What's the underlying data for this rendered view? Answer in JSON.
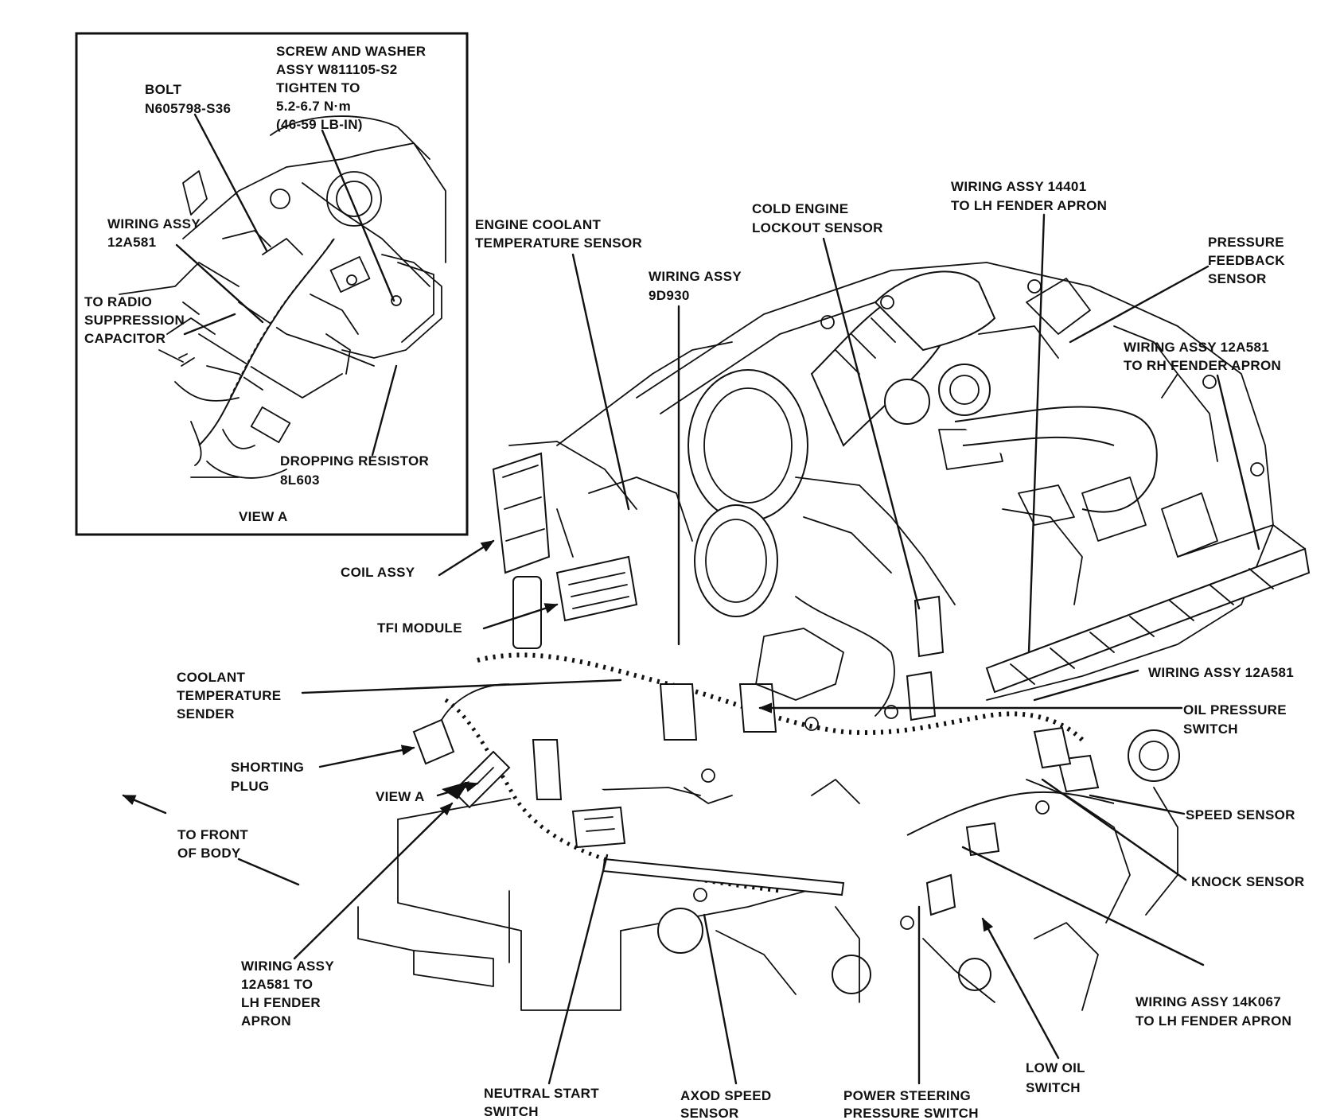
{
  "view_a": {
    "bolt": [
      "BOLT",
      "N605798-S36"
    ],
    "screw": [
      "SCREW AND WASHER",
      "ASSY W811105-S2",
      "TIGHTEN TO",
      "5.2-6.7 N·m",
      "(46-59 LB-IN)"
    ],
    "wiring": [
      "WIRING ASSY",
      "12A581"
    ],
    "radio": [
      "TO RADIO",
      "SUPPRESSION",
      "CAPACITOR"
    ],
    "resistor": [
      "DROPPING RESISTOR",
      "8L603"
    ],
    "caption": "VIEW A"
  },
  "labels": {
    "ect_sensor": [
      "ENGINE COOLANT",
      "TEMPERATURE SENSOR"
    ],
    "cold_lockout": [
      "COLD ENGINE",
      "LOCKOUT SENSOR"
    ],
    "wiring_14401": [
      "WIRING ASSY 14401",
      "TO LH FENDER APRON"
    ],
    "pressure_feedback": [
      "PRESSURE",
      "FEEDBACK",
      "SENSOR"
    ],
    "wiring_9d930": [
      "WIRING ASSY",
      "9D930"
    ],
    "wiring_12a581_rh": [
      "WIRING ASSY 12A581",
      "TO RH FENDER APRON"
    ],
    "coil": "COIL ASSY",
    "tfi": "TFI MODULE",
    "coolant_sender": [
      "COOLANT",
      "TEMPERATURE",
      "SENDER"
    ],
    "wiring_12a581_mid": "WIRING ASSY 12A581",
    "oil_pressure": [
      "OIL PRESSURE",
      "SWITCH"
    ],
    "shorting_plug": [
      "SHORTING",
      "PLUG"
    ],
    "view_a_ref": "VIEW A",
    "speed_sensor": "SPEED SENSOR",
    "to_front": [
      "TO FRONT",
      "OF BODY"
    ],
    "knock_sensor": "KNOCK SENSOR",
    "wiring_12a581_lh": [
      "WIRING ASSY",
      "12A581 TO",
      "LH FENDER",
      "APRON"
    ],
    "wiring_14k067": [
      "WIRING ASSY 14K067",
      "TO LH FENDER APRON"
    ],
    "low_oil": [
      "LOW OIL",
      "SWITCH"
    ],
    "neutral_start": [
      "NEUTRAL START",
      "SWITCH"
    ],
    "axod": [
      "AXOD SPEED",
      "SENSOR"
    ],
    "ps_pressure": [
      "POWER STEERING",
      "PRESSURE SWITCH"
    ]
  }
}
